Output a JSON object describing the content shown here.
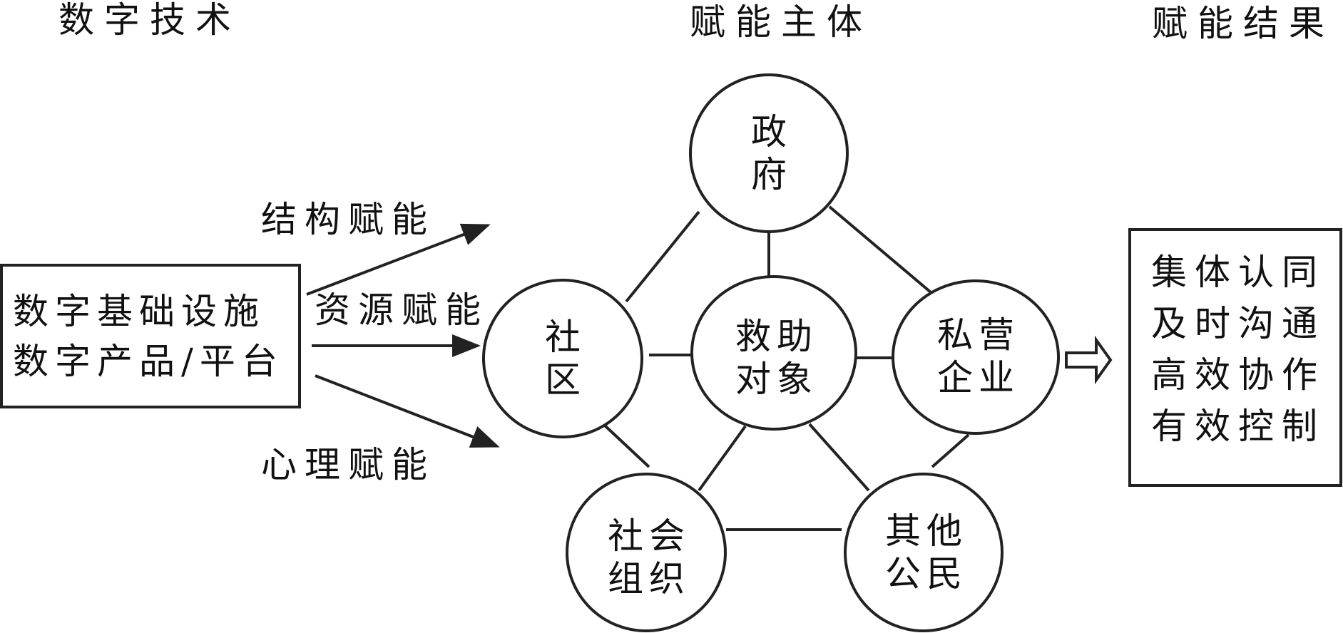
{
  "headers": {
    "digital_tech": "数字技术",
    "empowerment_subjects": "赋能主体",
    "empowerment_results": "赋能结果"
  },
  "source_box": {
    "lines": [
      "数字基础设施",
      "数字产品/平台"
    ]
  },
  "edge_labels": {
    "structural": "结构赋能",
    "resource": "资源赋能",
    "psychological": "心理赋能"
  },
  "nodes": [
    {
      "id": "government",
      "lines": [
        "政",
        "府"
      ]
    },
    {
      "id": "community",
      "lines": [
        "社",
        "区"
      ]
    },
    {
      "id": "aid-recipients",
      "lines": [
        "救助",
        "对象"
      ]
    },
    {
      "id": "private-enterprise",
      "lines": [
        "私营",
        "企业"
      ]
    },
    {
      "id": "social-organization",
      "lines": [
        "社会",
        "组织"
      ]
    },
    {
      "id": "other-citizens",
      "lines": [
        "其他",
        "公民"
      ]
    }
  ],
  "connections": [
    [
      "government",
      "aid-recipients"
    ],
    [
      "government",
      "community"
    ],
    [
      "government",
      "private-enterprise"
    ],
    [
      "community",
      "aid-recipients"
    ],
    [
      "aid-recipients",
      "private-enterprise"
    ],
    [
      "community",
      "social-organization"
    ],
    [
      "aid-recipients",
      "social-organization"
    ],
    [
      "aid-recipients",
      "other-citizens"
    ],
    [
      "private-enterprise",
      "other-citizens"
    ],
    [
      "social-organization",
      "other-citizens"
    ]
  ],
  "result_box": {
    "lines": [
      "集体认同",
      "及时沟通",
      "高效协作",
      "有效控制"
    ]
  },
  "colors": {
    "stroke": "#222222",
    "text": "#111111",
    "background": "#ffffff"
  }
}
